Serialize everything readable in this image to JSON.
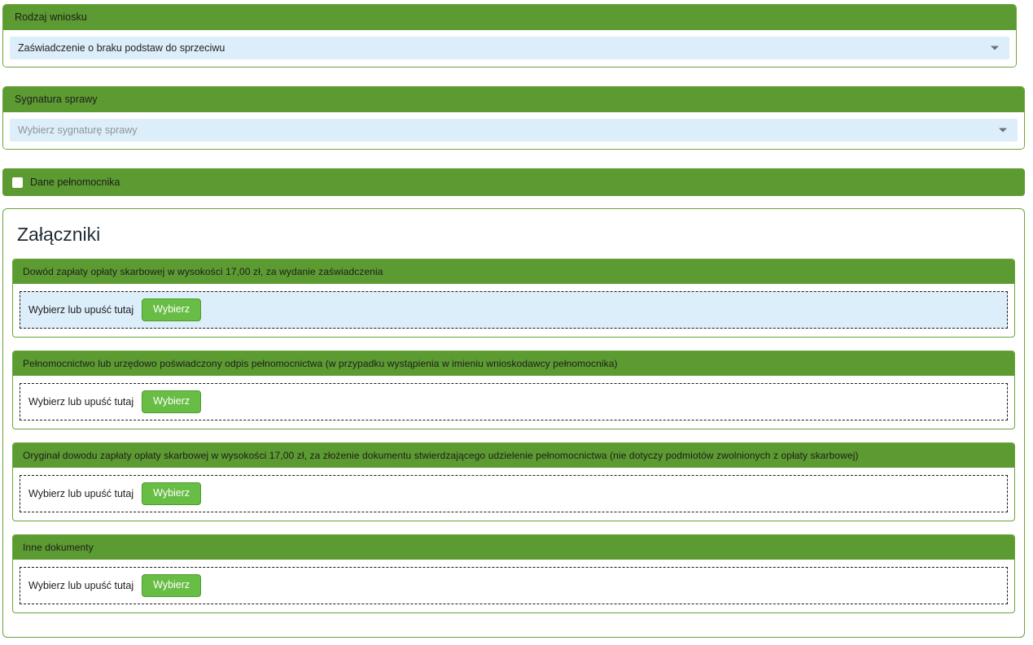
{
  "form": {
    "request_type": {
      "header": "Rodzaj wniosku",
      "value": "Zaświadczenie o braku podstaw do sprzeciwu",
      "is_placeholder": false,
      "chevron_icon": "chevron-down-icon"
    },
    "case_signature": {
      "header": "Sygnatura sprawy",
      "value": "Wybierz sygnaturę sprawy",
      "is_placeholder": true,
      "chevron_icon": "chevron-down-icon"
    },
    "proxy_toggle": {
      "label": "Dane pełnomocnika",
      "checked": false
    }
  },
  "attachments": {
    "title": "Załączniki",
    "drop_label": "Wybierz lub upuść tutaj",
    "button_label": "Wybierz",
    "items": [
      {
        "header": "Dowód zapłaty opłaty skarbowej w wysokości 17,00 zł, za wydanie zaświadczenia",
        "drop_label": "Wybierz lub upuść tutaj",
        "button_label": "Wybierz",
        "highlighted": true
      },
      {
        "header": "Pełnomocnictwo lub urzędowo poświadczony odpis pełnomocnictwa (w przypadku wystąpienia w imieniu wnioskodawcy pełnomocnika)",
        "drop_label": "Wybierz lub upuść tutaj",
        "button_label": "Wybierz",
        "highlighted": false
      },
      {
        "header": "Oryginał dowodu zapłaty opłaty skarbowej w wysokości 17,00 zł, za złożenie dokumentu stwierdzającego udzielenie pełnomocnictwa (nie dotyczy podmiotów zwolnionych z opłaty skarbowej)",
        "drop_label": "Wybierz lub upuść tutaj",
        "button_label": "Wybierz",
        "highlighted": false
      },
      {
        "header": "Inne dokumenty",
        "drop_label": "Wybierz lub upuść tutaj",
        "button_label": "Wybierz",
        "highlighted": false
      }
    ]
  },
  "colors": {
    "header_green": "#5c9a32",
    "border_green": "#6aa539",
    "button_green": "#68bd45",
    "field_blue": "#ddeefb"
  }
}
